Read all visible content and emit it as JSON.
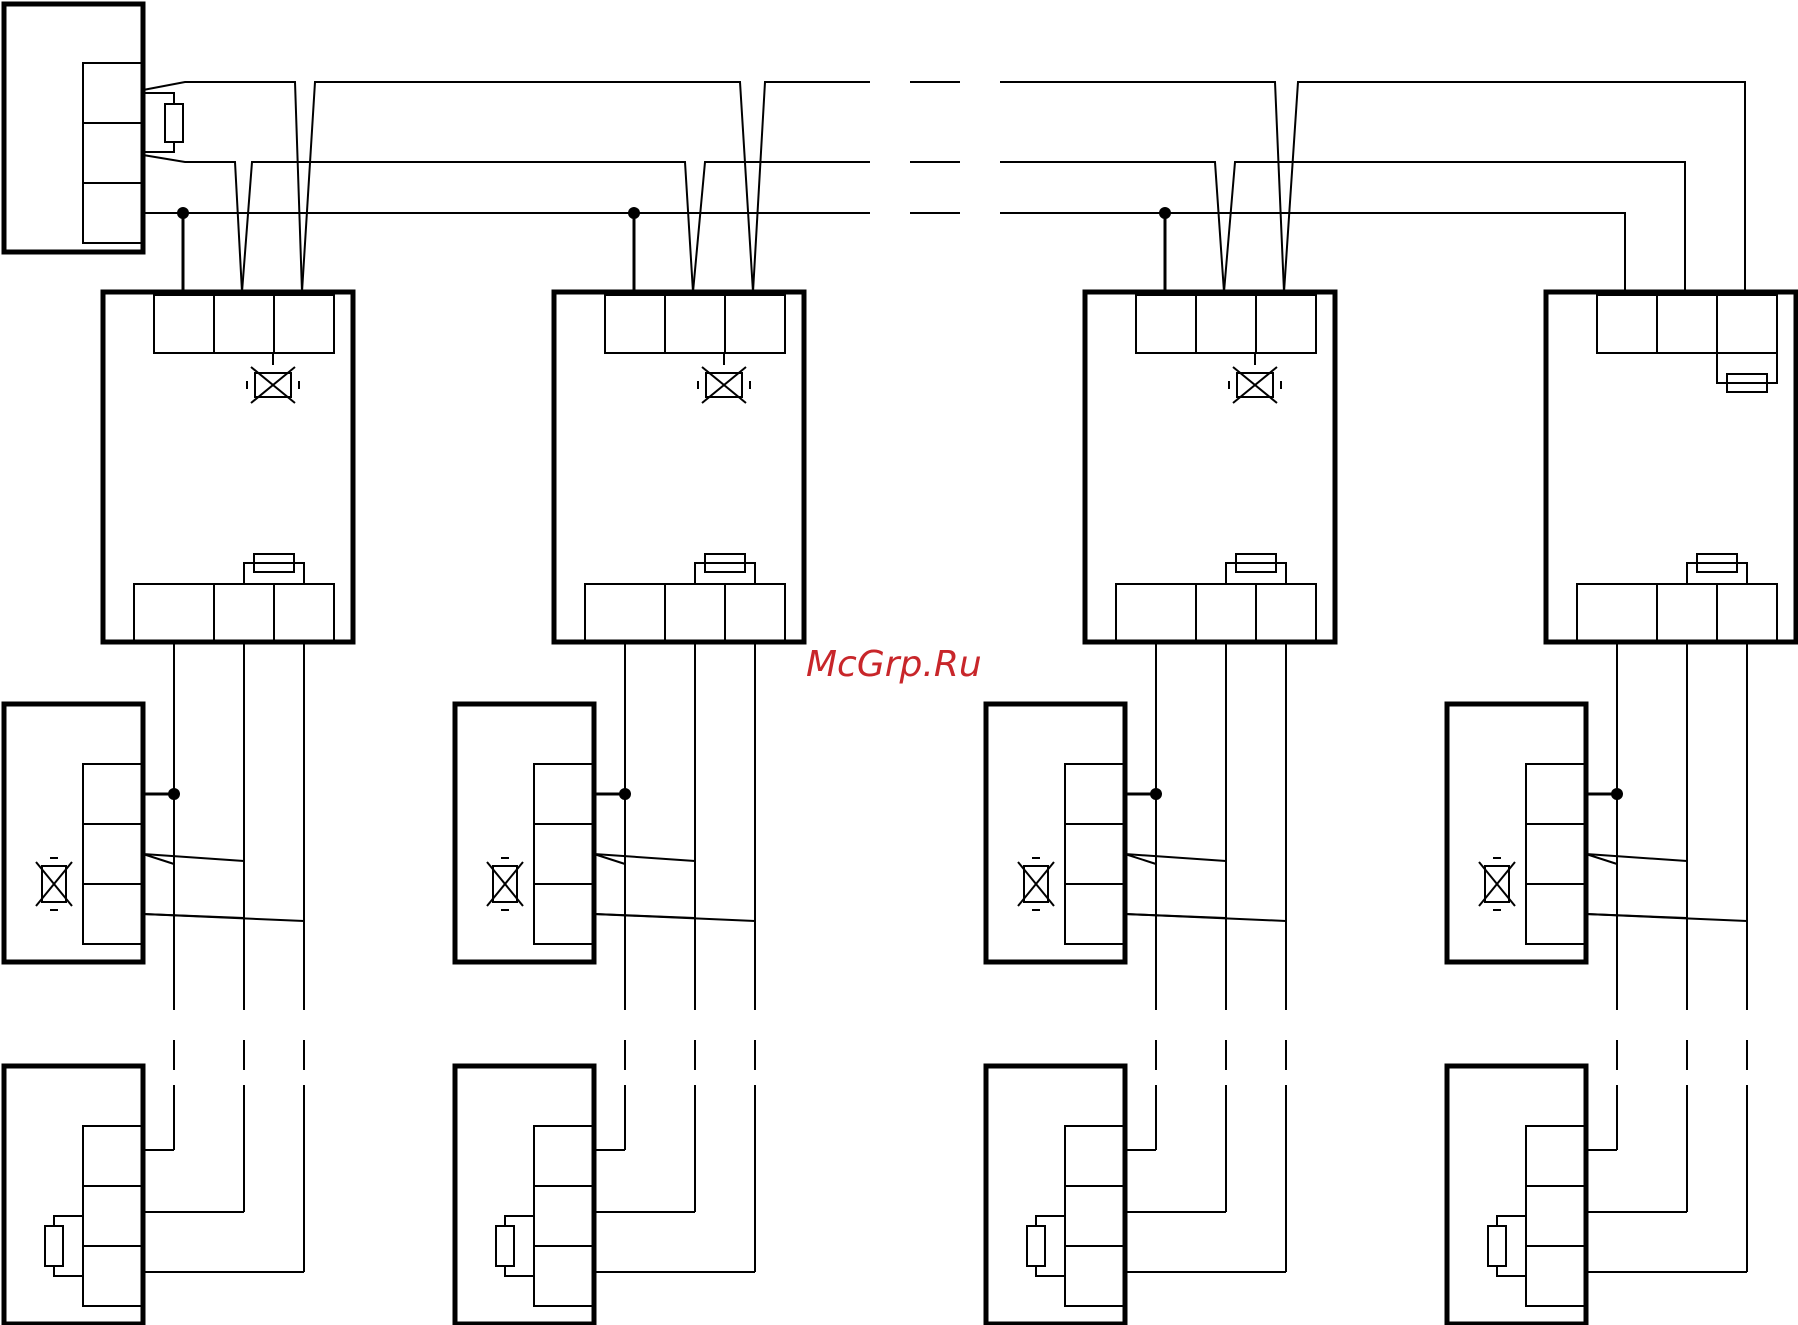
{
  "watermark": {
    "text": "McGrp.Ru",
    "color": "#c8262a"
  },
  "colors": {
    "line": "#000000",
    "background": "#ffffff"
  },
  "components": {
    "head_unit": {
      "terminals": 3,
      "termination": "resistor"
    },
    "modules": [
      {
        "upper_symbol": "varistor",
        "lower_symbol": "resistor"
      },
      {
        "upper_symbol": "varistor",
        "lower_symbol": "resistor"
      },
      {
        "upper_symbol": "varistor",
        "lower_symbol": "resistor"
      },
      {
        "upper_symbol": "resistor",
        "lower_symbol": "resistor"
      }
    ],
    "first_devices_symbol": "varistor",
    "last_devices_symbol": "resistor"
  }
}
